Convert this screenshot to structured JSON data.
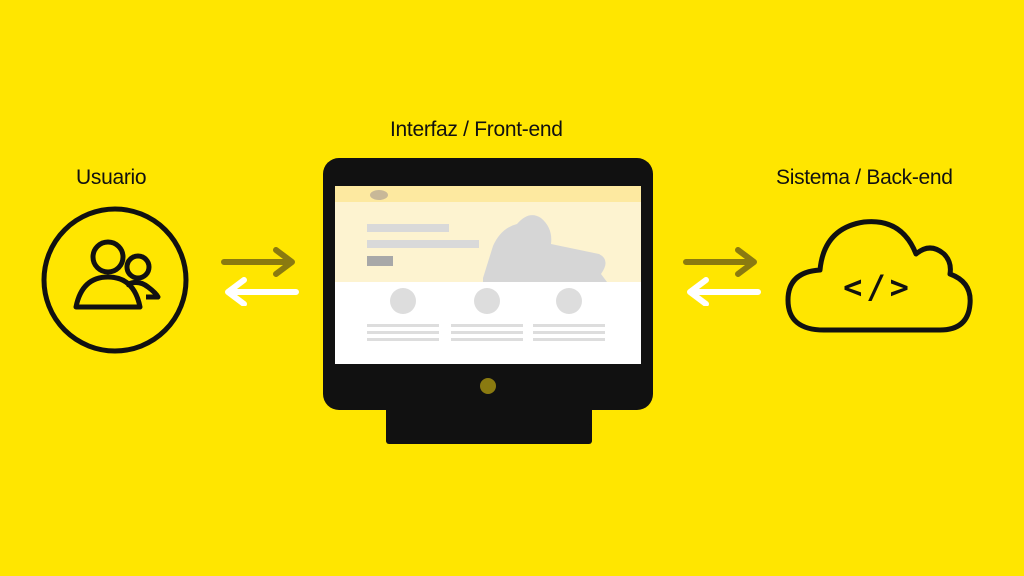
{
  "diagram": {
    "labels": {
      "user": "Usuario",
      "frontend": "Interfaz / Front-end",
      "backend": "Sistema / Back-end"
    },
    "cloud_glyph": "</>",
    "icons": {
      "user": "users-icon",
      "frontend": "desktop-monitor-icon",
      "backend": "cloud-code-icon",
      "flow": "bidirectional-arrows-icon"
    },
    "colors": {
      "background": "#FFE600",
      "ink": "#111111",
      "arrow_forward": "#8A7A10",
      "arrow_back": "#FFFFFF",
      "webpage_header": "#FDE9A0",
      "webpage_hero": "#FDF3D0",
      "webpage_placeholder": "#D9D9D9"
    }
  }
}
